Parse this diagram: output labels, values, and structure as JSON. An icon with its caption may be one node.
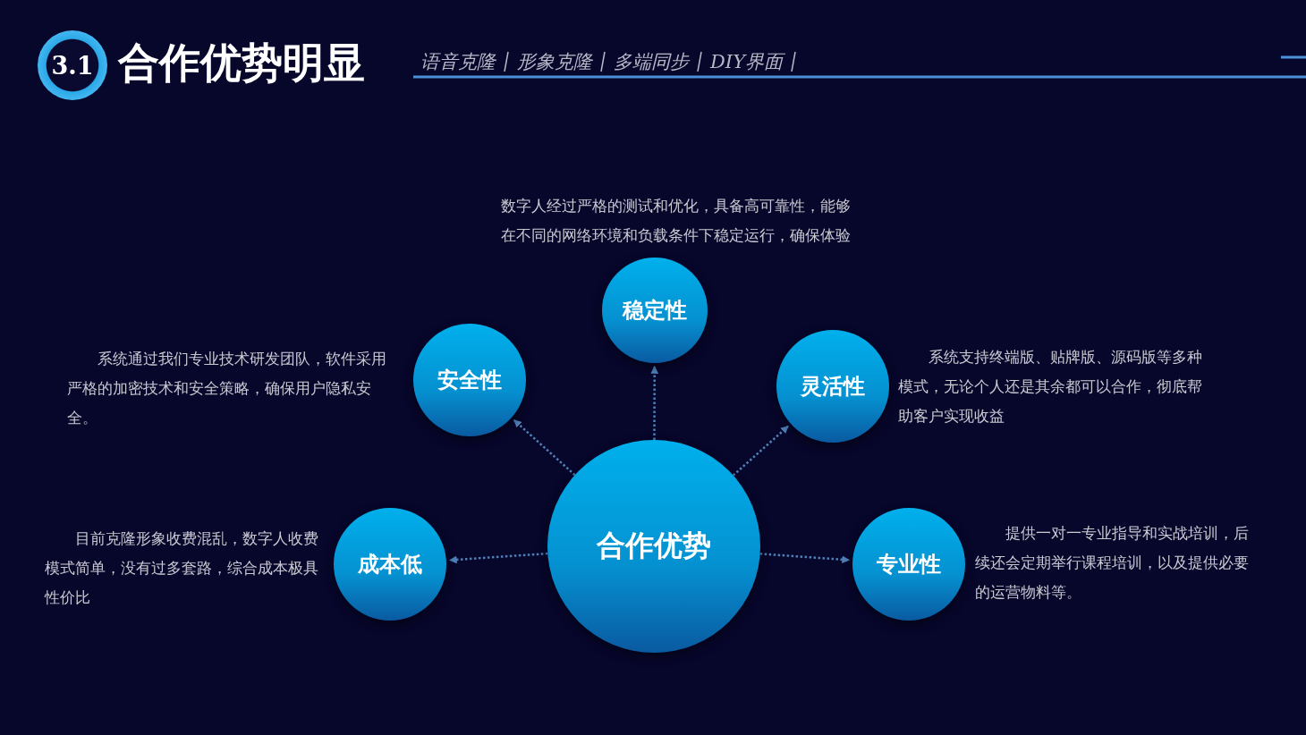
{
  "diagram": {
    "title": "合作优势明显",
    "nodes": [
      {
        "text": [
          "合作优势"
        ]
      },
      {
        "text": [
          "稳定性"
        ],
        "beside": [
          "数字人经过严格的测试和优化，具备高可靠性，能够在不同的网络环境和负载条件下稳定运行，确保体验"
        ]
      },
      {
        "text": [
          "安全性"
        ],
        "beside": [
          "系统通过我们专业技术研发团队，软件采用严格的加密技术和安全策略，确保用户隐私安全。"
        ]
      },
      {
        "text": [
          "灵活性"
        ],
        "beside": [
          "系统支持终端版、贴牌版、源码版等多种模式，无论个人还是其余都可以合作，彻底帮助客户实现收益"
        ]
      },
      {
        "text": [
          "成本低"
        ],
        "beside": [
          "目前克隆形象收费混乱，数字人收费模式简单，没有过多套路，综合成本极具性价比"
        ]
      },
      {
        "text": [
          "专业性"
        ],
        "beside": [
          "提供一对一专业指导和实战培训，后续还会定期举行课程培训，以及提供必要的运营物料等。"
        ]
      }
    ],
    "edges": [
      {
        "from": 0,
        "to": 1,
        "arrow": "to",
        "style": "dashed"
      },
      {
        "from": 0,
        "to": 2,
        "arrow": "to",
        "style": "dashed"
      },
      {
        "from": 0,
        "to": 3,
        "arrow": "to",
        "style": "dashed"
      },
      {
        "from": 0,
        "to": 4,
        "arrow": "to",
        "style": "dashed"
      },
      {
        "from": 0,
        "to": 5,
        "arrow": "to",
        "style": "dashed"
      }
    ],
    "labels": [
      "3.1",
      "语音克隆",
      "形象克隆",
      "多端同步",
      "DIY界面"
    ]
  }
}
